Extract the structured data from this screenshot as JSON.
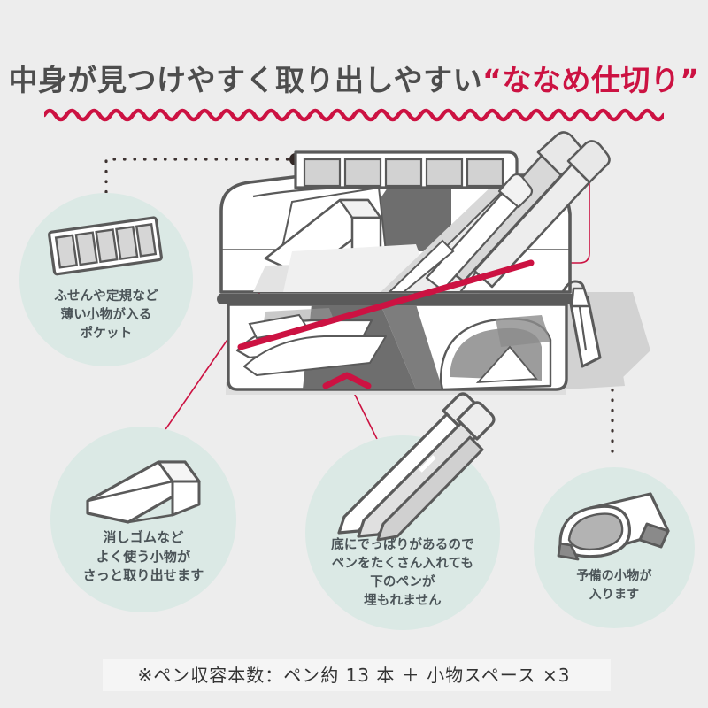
{
  "page": {
    "background_color": "#ededed",
    "accent_color": "#cc1242",
    "bubble_color": "#dbe9e5",
    "text_color": "#4b5458",
    "line_color": "#5a5a5a"
  },
  "header": {
    "title_main": "中身が見つけやすく取り出しやすい",
    "title_accent": "“ななめ仕切り”",
    "underline": "wavy-red-underline"
  },
  "illustration": {
    "name": "pen-case-cutaway",
    "divider_label": "diagonal-divider",
    "parts": [
      "lid-pocket-5-slots",
      "eraser",
      "pens",
      "diagonal-divider",
      "zipper-pull",
      "case-body"
    ]
  },
  "callouts": [
    {
      "id": "pocket",
      "icon": "sticky-note-pocket-icon",
      "lines": [
        "ふせんや定規など",
        "薄い小物が入る",
        "ポケット"
      ],
      "connector": "dotted"
    },
    {
      "id": "eraser",
      "icon": "eraser-icon",
      "lines": [
        "消しゴムなど",
        "よく使う小物が",
        "さっと取り出せます"
      ],
      "connector": "solid-red"
    },
    {
      "id": "pens",
      "icon": "pencils-icon",
      "lines": [
        "底にでっぱりがあるので",
        "ペンをたくさん入れても",
        "下のペンが",
        "埋もれません"
      ],
      "connector": "solid-red"
    },
    {
      "id": "spare",
      "icon": "correction-tape-icon",
      "lines": [
        "予備の小物が",
        "入ります"
      ],
      "connector": "dotted"
    }
  ],
  "footer": {
    "note": "※ペン収容本数：ペン約 13 本 ＋ 小物スペース ×3"
  }
}
